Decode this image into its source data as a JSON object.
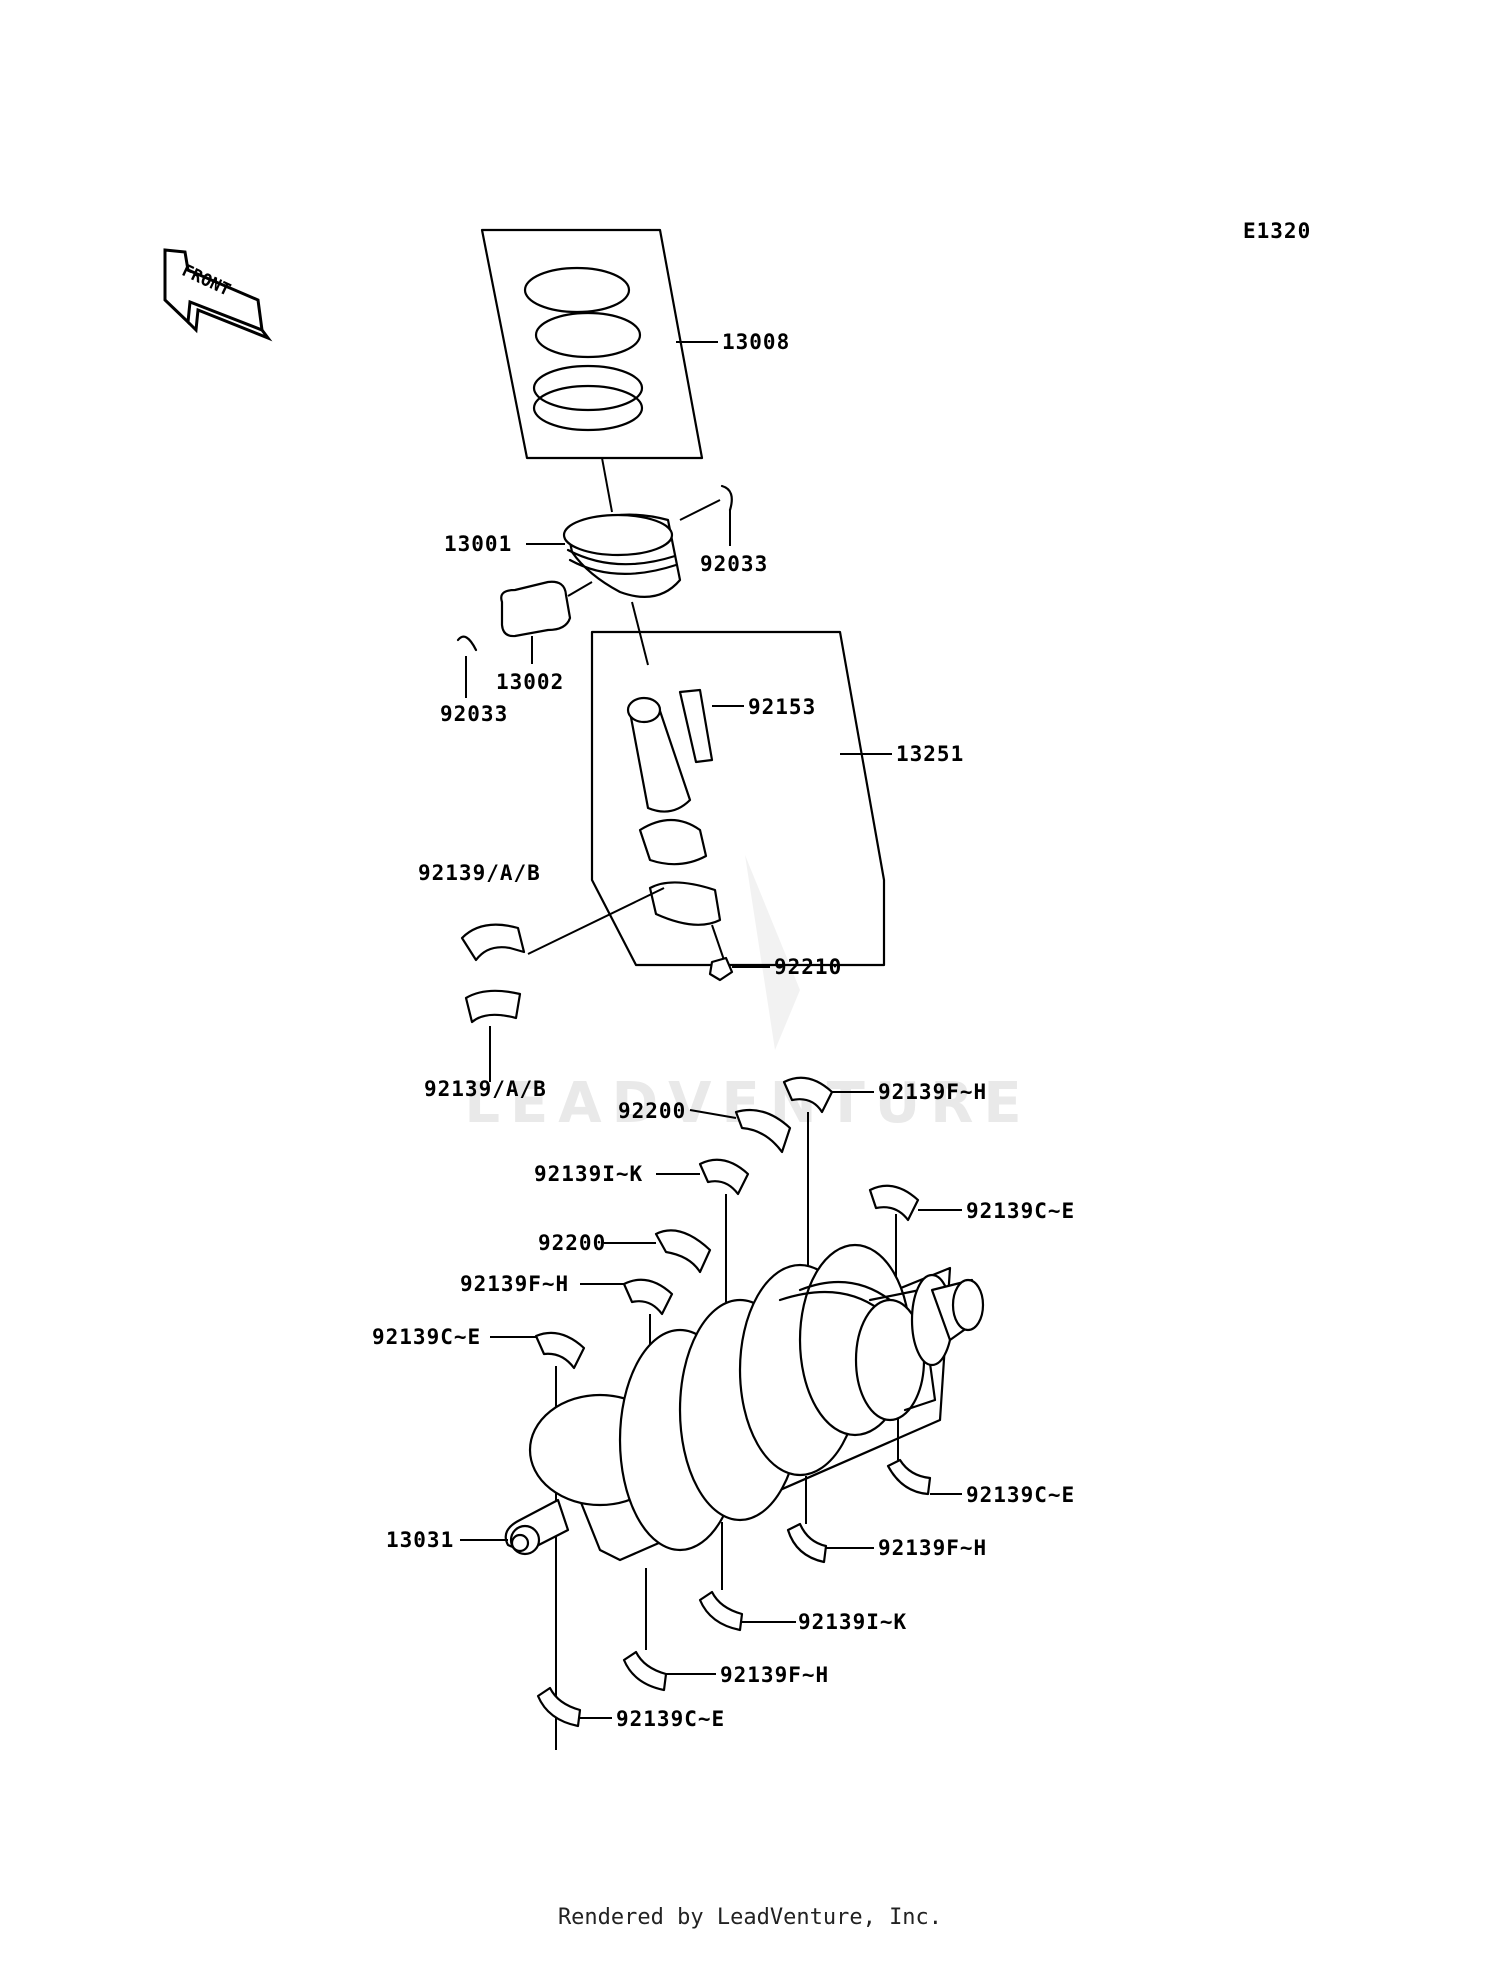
{
  "diagram_code": "E1320",
  "front_label": "FRONT",
  "watermark": "LEADVENTURE",
  "footer": "Rendered by LeadVenture, Inc.",
  "labels": {
    "13008": "13008",
    "13001": "13001",
    "92033_right": "92033",
    "13002": "13002",
    "92033_left": "92033",
    "92153": "92153",
    "13251": "13251",
    "92139AB_top": "92139/A/B",
    "92139AB_bottom": "92139/A/B",
    "92210": "92210",
    "92139FH_top": "92139F~H",
    "92200_top": "92200",
    "92139IK_top": "92139I~K",
    "92139CE_top_right": "92139C~E",
    "92200_mid": "92200",
    "92139FH_mid": "92139F~H",
    "92139CE_left": "92139C~E",
    "13031": "13031",
    "92139CE_right_lower": "92139C~E",
    "92139FH_right_lower": "92139F~H",
    "92139IK_lower": "92139I~K",
    "92139FH_lower": "92139F~H",
    "92139CE_bottom": "92139C~E"
  }
}
